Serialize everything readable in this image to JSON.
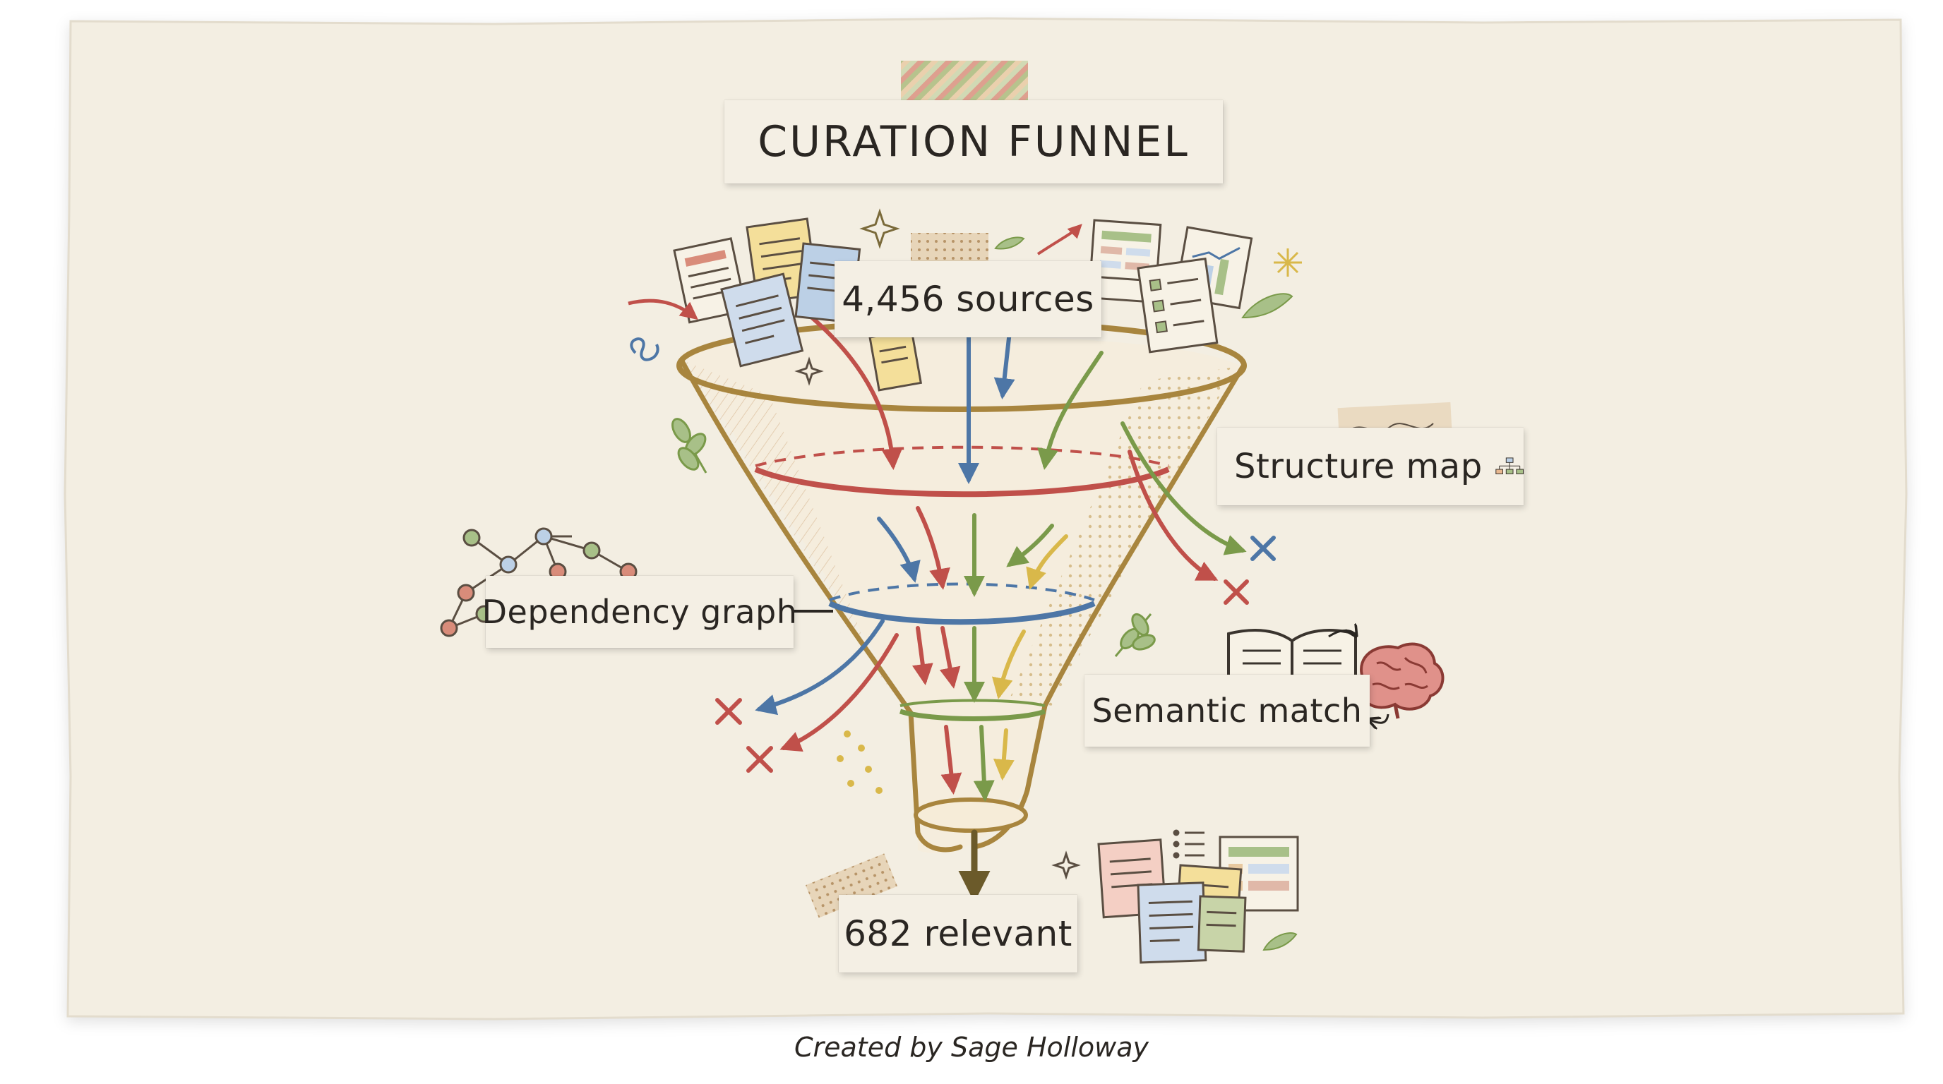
{
  "diagram": {
    "title": "CURATION FUNNEL",
    "top_label": "4,456 sources",
    "stages": [
      {
        "label": "Structure map",
        "icon": "hierarchy-icon"
      },
      {
        "label": "Dependency graph",
        "icon": "network-graph-icon"
      },
      {
        "label": "Semantic match",
        "icon": "brain-book-icon"
      }
    ],
    "bottom_label": "682 relevant",
    "credit": "Created by Sage Holloway"
  },
  "colors": {
    "paper": "#f3eee2",
    "funnel_outline": "#a8853e",
    "red": "#c0504a",
    "blue": "#4d76a6",
    "green": "#7a9a4a",
    "yellow": "#d9b84a",
    "ink": "#2a2622"
  }
}
